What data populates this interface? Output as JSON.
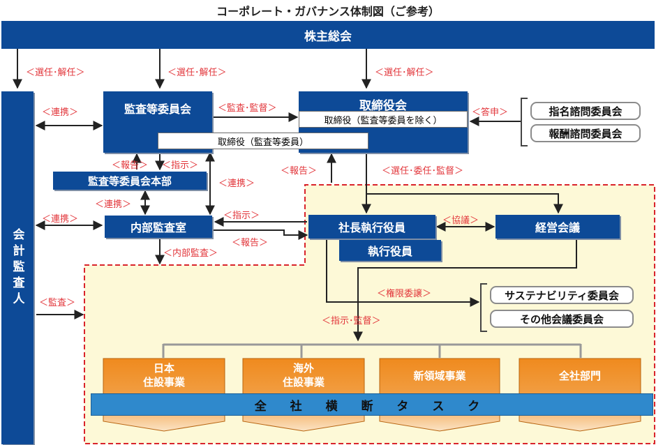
{
  "title": "コーポレート・ガバナンス体制図（ご参考）",
  "boxes": {
    "shareholders": "株主総会",
    "auditor": "会計監査人",
    "audit_committee": "監査等委員会",
    "board": "取締役会",
    "board_sub_directors": "取締役（監査等委員を除く）",
    "board_sub_audit_members": "取締役（監査等委員）",
    "audit_hq": "監査等委員会本部",
    "internal_audit": "内部監査室",
    "president": "社長執行役員",
    "exec_officers": "執行役員",
    "mgmt_council": "経営会議"
  },
  "committees": {
    "nomination": "指名諮問委員会",
    "remuneration": "報酬諮問委員会",
    "sustainability": "サステナビリティ委員会",
    "other": "その他会議委員会"
  },
  "labels": {
    "election1": "＜選任･解任＞",
    "election2": "＜選任･解任＞",
    "election3": "＜選任･解任＞",
    "coop1": "＜連携＞",
    "coop2": "＜連携＞",
    "coop3": "＜連携＞",
    "coop4": "＜連携＞",
    "audit_supervise": "＜監査･監督＞",
    "report_answer": "＜答申＞",
    "report1": "＜報告＞",
    "instruct1": "＜指示＞",
    "report2": "＜報告＞",
    "appoint_supervise": "＜選任･委任･監督＞",
    "instruct2": "＜指示＞",
    "report3": "＜報告＞",
    "consult": "＜協議＞",
    "internal_audit_lbl": "＜内部監査＞",
    "audit": "＜監査＞",
    "delegation": "＜権限委譲＞",
    "instruct_supervise": "＜指示･監督＞"
  },
  "divisions": [
    "日本\n住設事業",
    "海外\n住設事業",
    "新領域事業",
    "全社部門"
  ],
  "task_band": "全 社 横 断 タ ス ク",
  "colors": {
    "navy": "#0d4a97",
    "orange": "#ef8a1e",
    "band_blue": "#2f89cc",
    "red_label": "#e2363b",
    "yellow_bg": "#fdf9d7",
    "dashed_red": "#d9232b"
  }
}
